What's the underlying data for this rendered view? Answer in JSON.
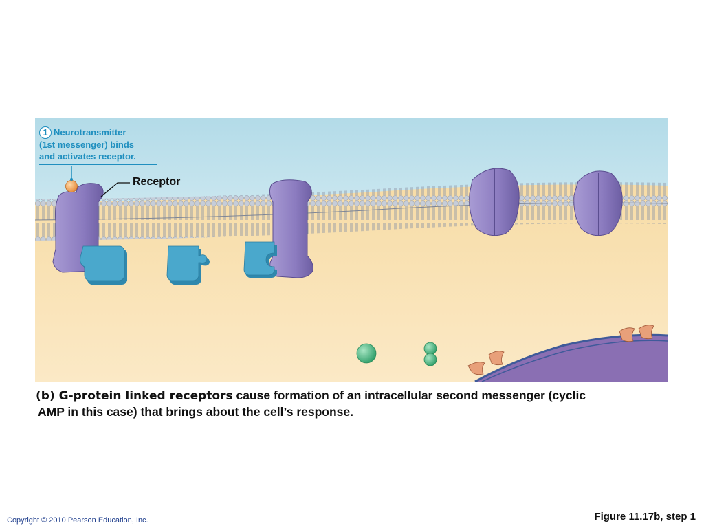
{
  "step": {
    "number": "1",
    "lines": [
      "Neurotransmitter",
      "(1st messenger) binds",
      "and activates receptor."
    ]
  },
  "labels": {
    "receptor": "Receptor"
  },
  "caption": {
    "bold": "(b) G-protein linked receptors",
    "rest": " cause formation of an intracellular second messenger (cyclic",
    "line2": "AMP in this case) that brings about the cell’s response."
  },
  "footer": {
    "copyright": "Copyright © 2010 Pearson Education, Inc.",
    "figure_ref": "Figure 11.17b, step 1"
  },
  "colors": {
    "extracellular": "#b7dde8",
    "cytoplasm": "#f5d79e",
    "membrane_head": "#c4ccd8",
    "protein": "#8f7fc0",
    "g_protein": "#4aa8cc",
    "neurotransmitter": "#f0a25a",
    "second_messenger": "#4cb885",
    "nucleus": "#8a6fb3",
    "step_label": "#1f8fbf"
  }
}
